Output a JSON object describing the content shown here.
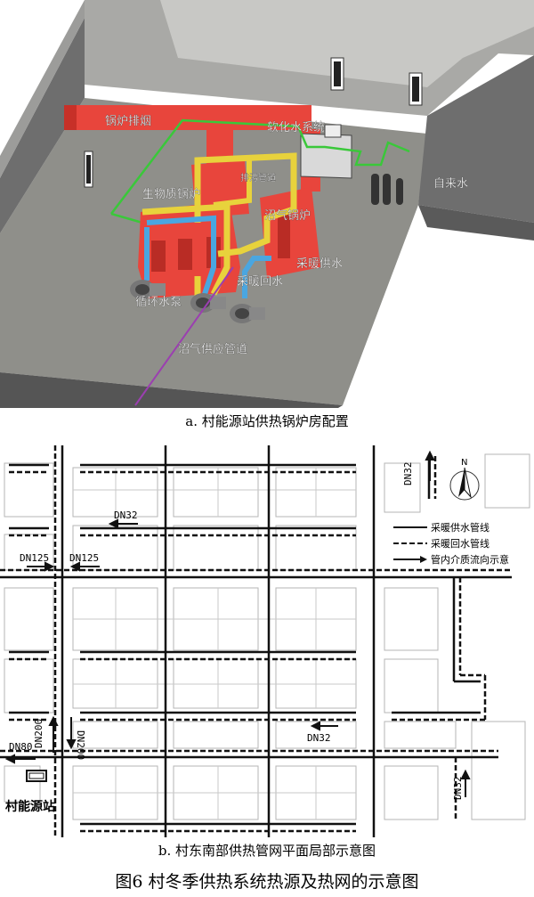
{
  "figure": {
    "title": "图6  村冬季供热系统热源及热网的示意图",
    "caption_a": "a. 村能源站供热锅炉房配置",
    "caption_b": "b. 村东南部供热管网平面局部示意图"
  },
  "panel_a": {
    "labels": {
      "flue": "锅炉排烟",
      "softener": "软化水系统",
      "drain": "排污管道",
      "biomass": "生物质锅炉",
      "tapwater": "自来水",
      "biogas_boiler": "沼气锅炉",
      "supply": "采暖供水",
      "return": "采暖回水",
      "pump": "循环水泵",
      "biogas_pipe": "沼气供应管道"
    },
    "colors": {
      "flue": "#e8453c",
      "supply_pipe": "#e8d23c",
      "return_pipe": "#4aa6e0",
      "softened_water": "#3ac83a",
      "biogas": "#9b3fb0",
      "floor": "#8f8f8a",
      "wall": "#6e6e6e"
    }
  },
  "panel_b": {
    "labels": {
      "dn32_a": "DN32",
      "dn32_b": "DN32",
      "dn32_c": "DN32",
      "dn32_d": "DN32",
      "dn125_a": "DN125",
      "dn125_b": "DN125",
      "dn200_a": "DN200",
      "dn200_b": "DN200",
      "dn80": "DN80",
      "station": "村能源站",
      "north": "N"
    },
    "legend": [
      {
        "label": "采暖供水管线",
        "style": "solid"
      },
      {
        "label": "采暖回水管线",
        "style": "dashed"
      },
      {
        "label": "管内介质流向示意",
        "style": "arrow"
      }
    ]
  }
}
